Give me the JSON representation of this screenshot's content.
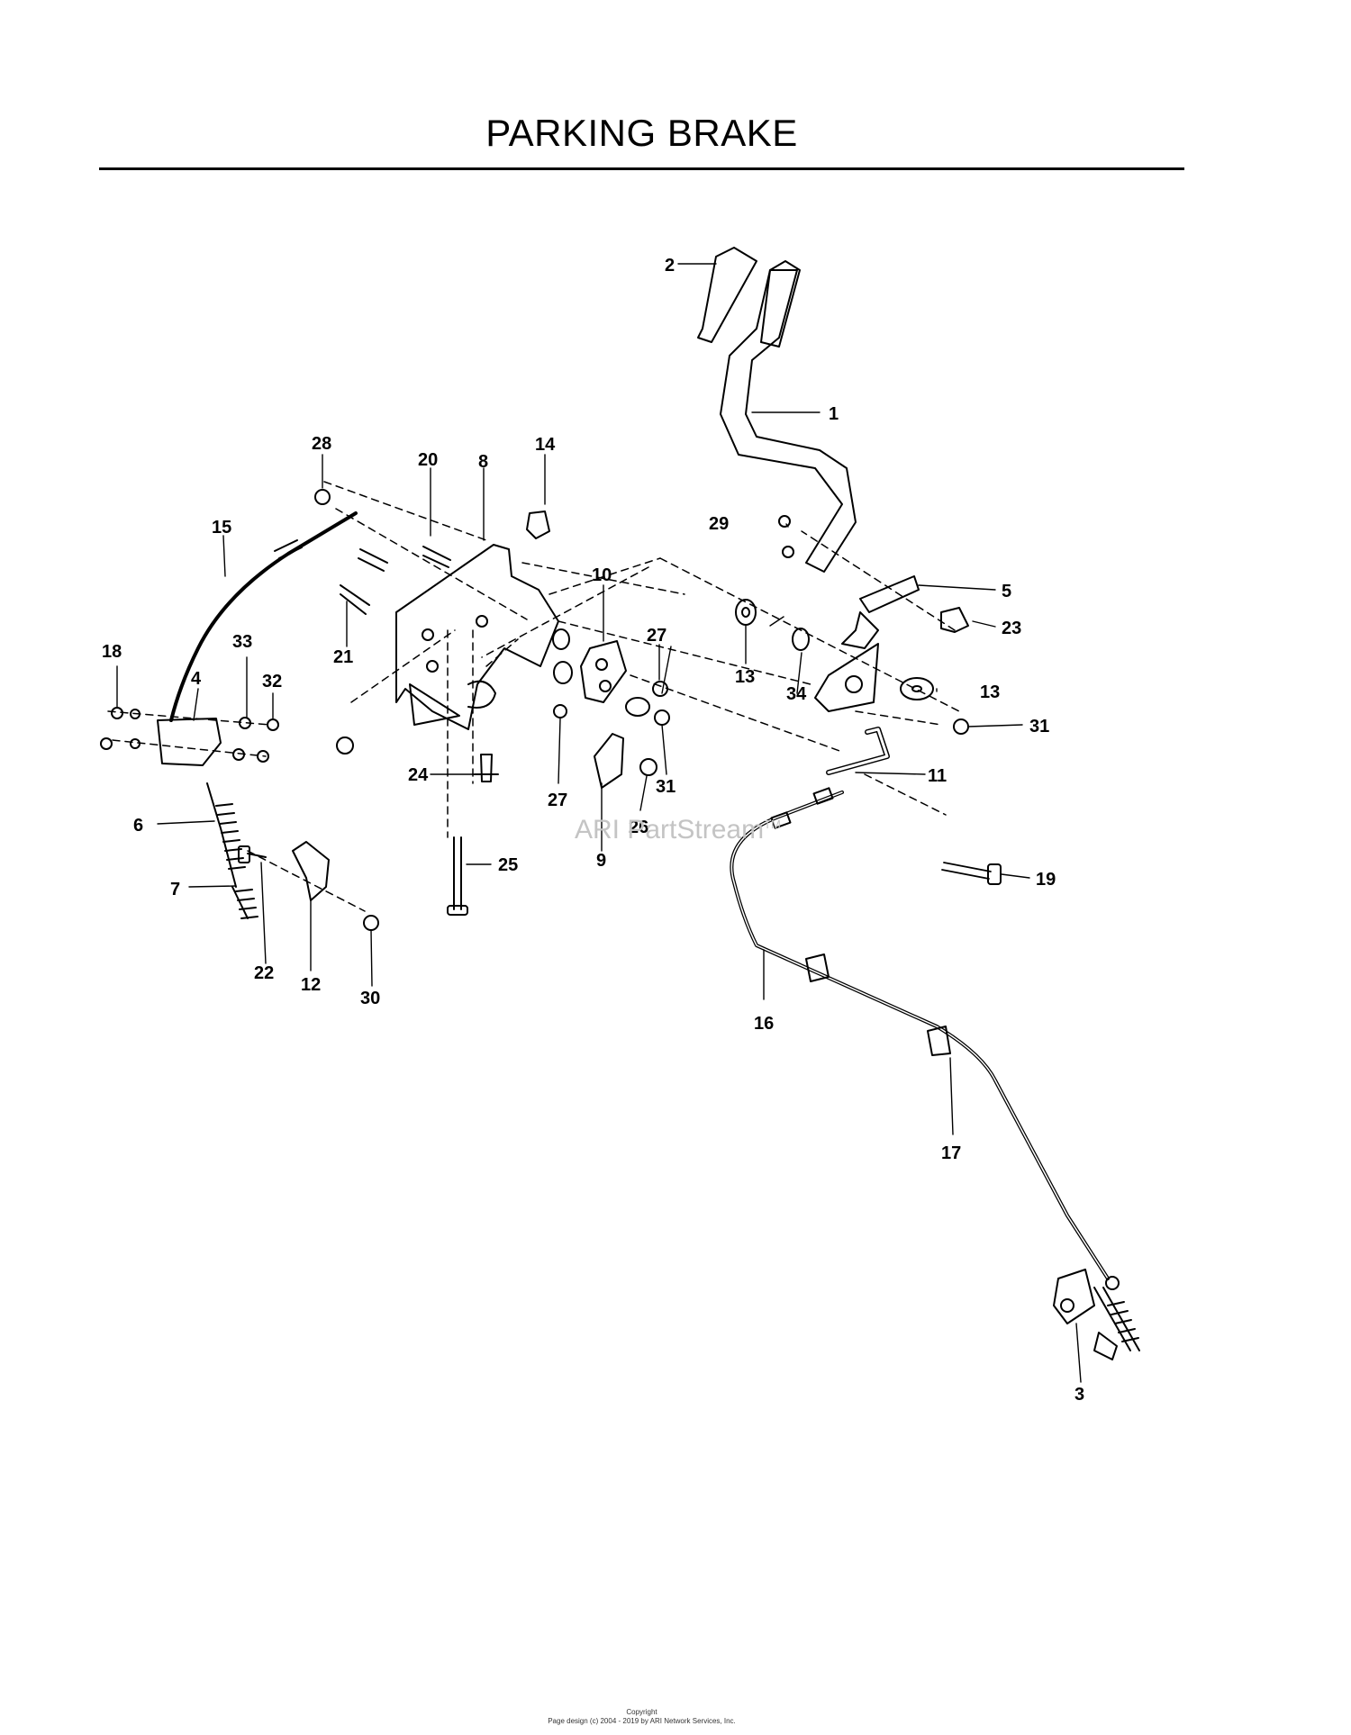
{
  "title": "PARKING BRAKE",
  "callouts": [
    "1",
    "2",
    "3",
    "4",
    "5",
    "6",
    "7",
    "8",
    "9",
    "10",
    "11",
    "12",
    "13",
    "13",
    "14",
    "15",
    "16",
    "17",
    "18",
    "19",
    "20",
    "21",
    "22",
    "23",
    "24",
    "25",
    "26",
    "27",
    "27",
    "28",
    "29",
    "30",
    "31",
    "31",
    "32",
    "33",
    "34"
  ],
  "watermark": {
    "text": "ARI PartStream",
    "mark": "TM"
  },
  "footer": {
    "line1": "Copyright",
    "line2": "Page design (c) 2004 - 2019 by ARI Network Services, Inc."
  }
}
